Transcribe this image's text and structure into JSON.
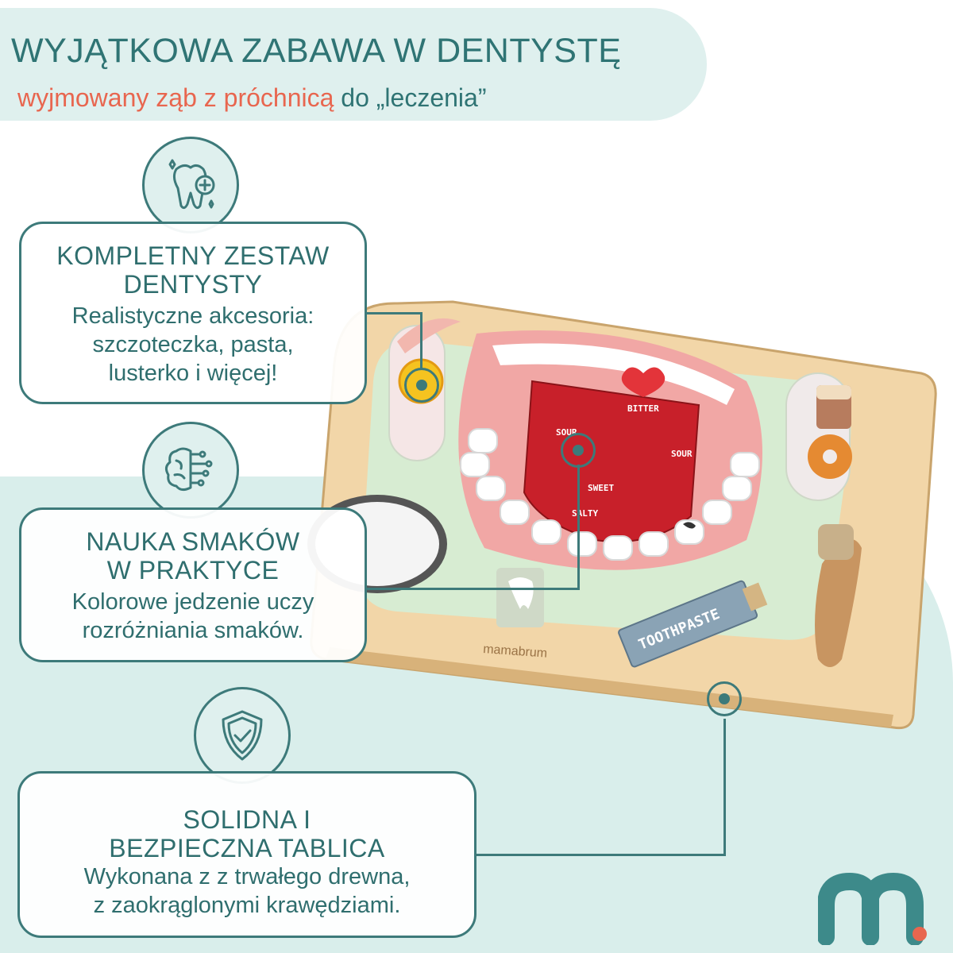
{
  "header": {
    "title": "WYJĄTKOWA ZABAWA W DENTYSTĘ",
    "subtitle_accent": "wyjmowany ząb z próchnicą",
    "subtitle_rest": " do „leczenia”"
  },
  "features": [
    {
      "icon": "tooth-plus-icon",
      "title_line1": "KOMPLETNY ZESTAW",
      "title_line2": "DENTYSTY",
      "body_line1": "Realistyczne akcesoria:",
      "body_line2": "szczoteczka, pasta,",
      "body_line3": "lusterko i więcej!"
    },
    {
      "icon": "brain-circuit-icon",
      "title_line1": "NAUKA SMAKÓW",
      "title_line2": "W PRAKTYCE",
      "body_line1": "Kolorowe jedzenie uczy",
      "body_line2": "rozróżniania smaków."
    },
    {
      "icon": "shield-check-icon",
      "title_line1": "SOLIDNA I",
      "title_line2": "BEZPIECZNA TABLICA",
      "body_line1": "Wykonana z z trwałego drewna,",
      "body_line2": "z zaokrąglonymi krawędziami."
    }
  ],
  "product": {
    "tongue_labels": [
      "BITTER",
      "SOUR",
      "SOUR",
      "SWEET",
      "SALTY"
    ],
    "toothpaste_label": "TOOTHPASTE",
    "board_brand": "mamabrum"
  },
  "colors": {
    "teal": "#3d7a7a",
    "accent": "#e8664f",
    "mint": "#dff0ee"
  }
}
